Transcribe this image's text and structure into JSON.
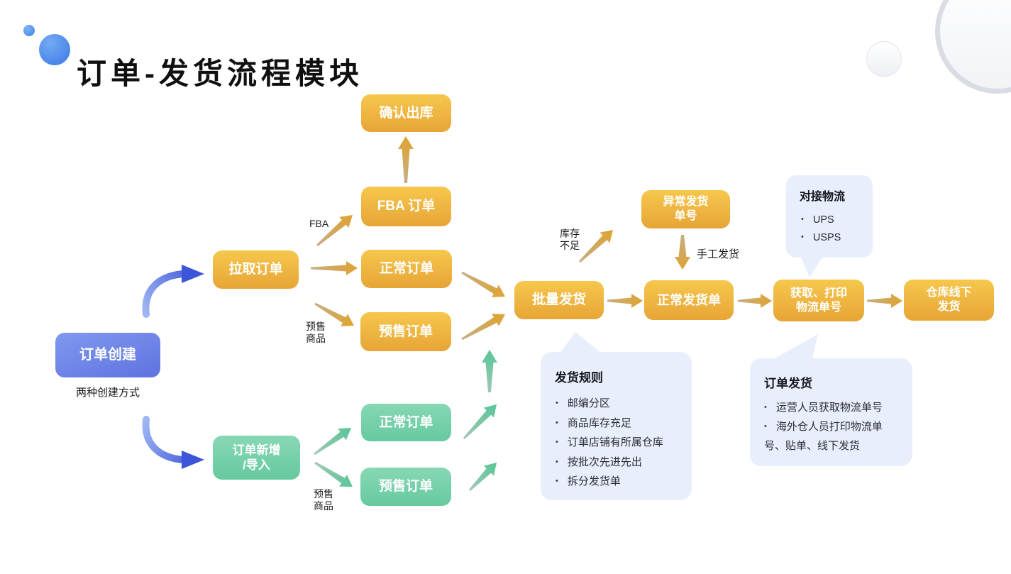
{
  "title": "订单-发货流程模块",
  "colors": {
    "yellow_top": "#F6C74D",
    "yellow_bottom": "#E7A536",
    "green_top": "#87D8B4",
    "green_bottom": "#66C99F",
    "blue_top": "#8099EE",
    "blue_bottom": "#5F72E1",
    "callout_bg": "#E9EEFC",
    "gold_arrow_tail": "#C4AE85",
    "gold_arrow_head": "#E0A32F",
    "green_arrow_tail": "#A3C7B3",
    "green_arrow_head": "#57C699",
    "blue_arrow_tail": "#9FB6F3",
    "blue_arrow_head": "#3D55D8",
    "logo_blue": "#3B7FE9",
    "title_color": "#101010"
  },
  "nodes": {
    "order_create": "订单创建",
    "pull_orders": "拉取订单",
    "order_add": "订单新增\n/导入",
    "confirm_outbound": "确认出库",
    "fba_order": "FBA 订单",
    "normal_order_pull": "正常订单",
    "presale_order_pull": "预售订单",
    "normal_order_add": "正常订单",
    "presale_order_add": "预售订单",
    "batch_ship": "批量发货",
    "abnormal_ship_no": "异常发货\n单号",
    "normal_ship_order": "正常发货单",
    "get_print_no": "获取、打印\n物流单号",
    "warehouse_offline": "仓库线下\n发货"
  },
  "labels": {
    "create_hint": "两种创建方式",
    "fba": "FBA",
    "presale_goods_top": "预售\n商品",
    "presale_goods_bottom": "预售\n商品",
    "stock_short": "库存\n不足",
    "manual_ship": "手工发货"
  },
  "callouts": {
    "logistics": {
      "title": "对接物流",
      "items": [
        "UPS",
        "USPS"
      ]
    },
    "rules": {
      "title": "发货规则",
      "items": [
        "邮编分区",
        "商品库存充足",
        "订单店铺有所属仓库",
        "按批次先进先出",
        "拆分发货单"
      ]
    },
    "shipping": {
      "title": "订单发货",
      "items": [
        "运营人员获取物流单号",
        "海外仓人员打印物流单号、贴单、线下发货"
      ]
    }
  }
}
